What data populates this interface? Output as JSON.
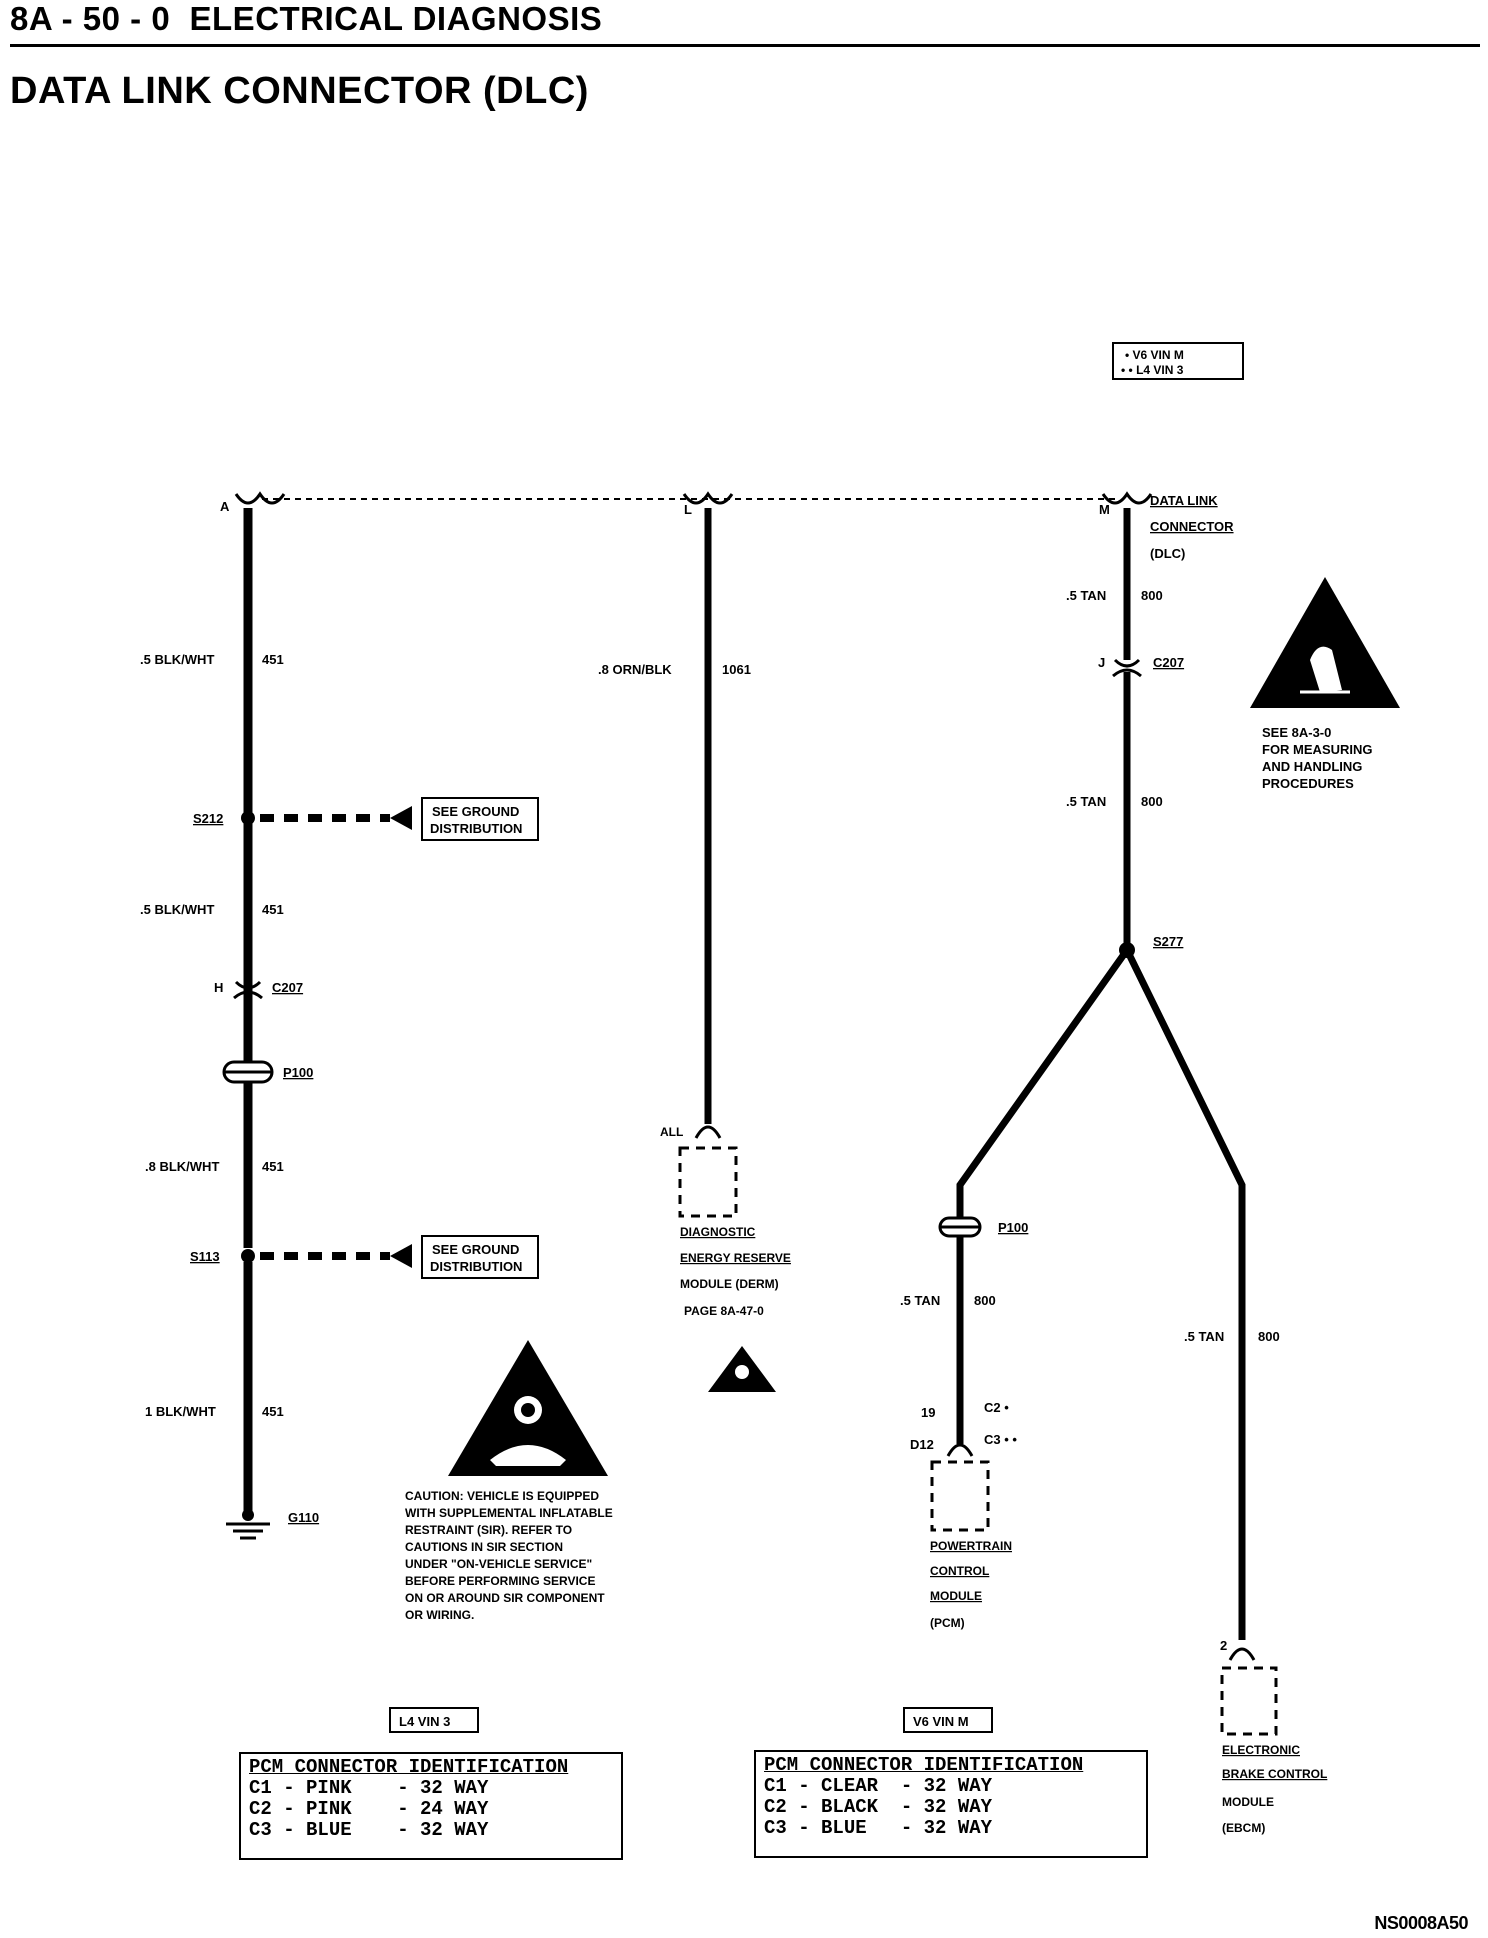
{
  "header": {
    "section_code": "8A - 50 - 0",
    "section_title": "ELECTRICAL DIAGNOSIS"
  },
  "page_title": "DATA LINK CONNECTOR (DLC)",
  "legend": {
    "v6": "• V6 VIN M",
    "l4": "• • L4 VIN 3"
  },
  "dlc": {
    "pin_a": "A",
    "pin_l": "L",
    "pin_m": "M",
    "label_line1": "DATA LINK",
    "label_line2": "CONNECTOR",
    "label_line3": "(DLC)"
  },
  "left_circuit": {
    "wire1_gauge": ".5 BLK/WHT",
    "wire1_circuit": "451",
    "splice1": "S212",
    "see_ground_1_line1": "SEE GROUND",
    "see_ground_1_line2": "DISTRIBUTION",
    "wire2_gauge": ".5 BLK/WHT",
    "wire2_circuit": "451",
    "c207_pin": "H",
    "c207_label": "C207",
    "p100_label": "P100",
    "wire3_gauge": ".8 BLK/WHT",
    "wire3_circuit": "451",
    "splice2": "S113",
    "see_ground_2_line1": "SEE GROUND",
    "see_ground_2_line2": "DISTRIBUTION",
    "wire4_gauge": "1 BLK/WHT",
    "wire4_circuit": "451",
    "ground": "G110"
  },
  "mid_circuit": {
    "wire_gauge": ".8 ORN/BLK",
    "wire_circuit": "1061",
    "pin": "ALL",
    "derm_line1": "DIAGNOSTIC",
    "derm_line2": "ENERGY RESERVE",
    "derm_line3": "MODULE (DERM)",
    "derm_line4": "PAGE 8A-47-0"
  },
  "right_circuit": {
    "wire1_gauge": ".5 TAN",
    "wire1_circuit": "800",
    "c207_pin": "J",
    "c207_label": "C207",
    "wire2_gauge": ".5 TAN",
    "wire2_circuit": "800",
    "splice": "S277",
    "p100_label": "P100",
    "wire3_gauge": ".5 TAN",
    "wire3_circuit": "800",
    "pcm_pin_v6": "19",
    "pcm_pin_l4": "D12",
    "pcm_conn_v6": "C2 •",
    "pcm_conn_l4": "C3 • •",
    "pcm_line1": "POWERTRAIN",
    "pcm_line2": "CONTROL",
    "pcm_line3": "MODULE",
    "pcm_line4": "(PCM)",
    "wire4_gauge": ".5 TAN",
    "wire4_circuit": "800",
    "ebcm_pin": "2",
    "ebcm_line1": "ELECTRONIC",
    "ebcm_line2": "BRAKE CONTROL",
    "ebcm_line3": "MODULE",
    "ebcm_line4": "(EBCM)"
  },
  "esd_note": {
    "line1": "SEE 8A-3-0",
    "line2": "FOR MEASURING",
    "line3": "AND HANDLING",
    "line4": "PROCEDURES"
  },
  "caution": {
    "line1": "CAUTION: VEHICLE IS EQUIPPED",
    "line2": "WITH SUPPLEMENTAL INFLATABLE",
    "line3": "RESTRAINT (SIR). REFER TO",
    "line4": "CAUTIONS IN SIR SECTION",
    "line5": "UNDER \"ON-VEHICLE SERVICE\"",
    "line6": "BEFORE PERFORMING SERVICE",
    "line7": "ON OR AROUND SIR COMPONENT",
    "line8": "OR WIRING."
  },
  "pcm_table_l4": {
    "tag": "L4 VIN 3",
    "title": "PCM CONNECTOR IDENTIFICATION",
    "row1": "C1 - PINK    - 32 WAY",
    "row2": "C2 - PINK    - 24 WAY",
    "row3": "C3 - BLUE    - 32 WAY"
  },
  "pcm_table_v6": {
    "tag": "V6 VIN M",
    "title": "PCM CONNECTOR IDENTIFICATION",
    "row1": "C1 - CLEAR  - 32 WAY",
    "row2": "C2 - BLACK  - 32 WAY",
    "row3": "C3 - BLUE   - 32 WAY"
  },
  "doc_id": "NS0008A50"
}
